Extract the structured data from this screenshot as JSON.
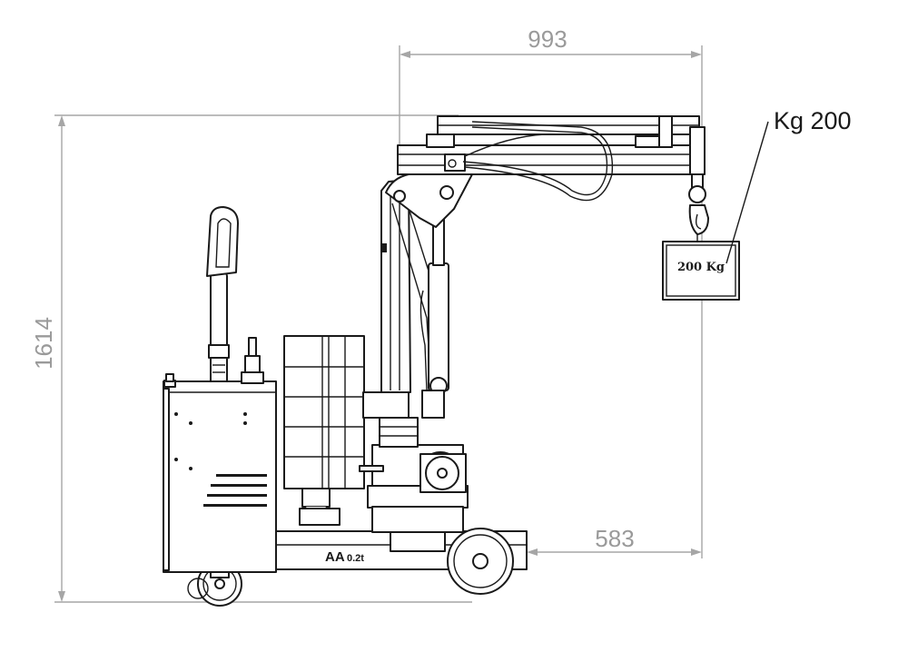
{
  "dimensions": {
    "boom_reach": "993",
    "height": "1614",
    "base_offset": "583"
  },
  "load": {
    "callout": "Kg 200",
    "box_label": "200 Kg"
  },
  "brand_plate": {
    "logo": "AA",
    "capacity": "0.2t"
  },
  "colors": {
    "dimension_line": "#a6a6a6",
    "linework": "#1a1a1a"
  }
}
